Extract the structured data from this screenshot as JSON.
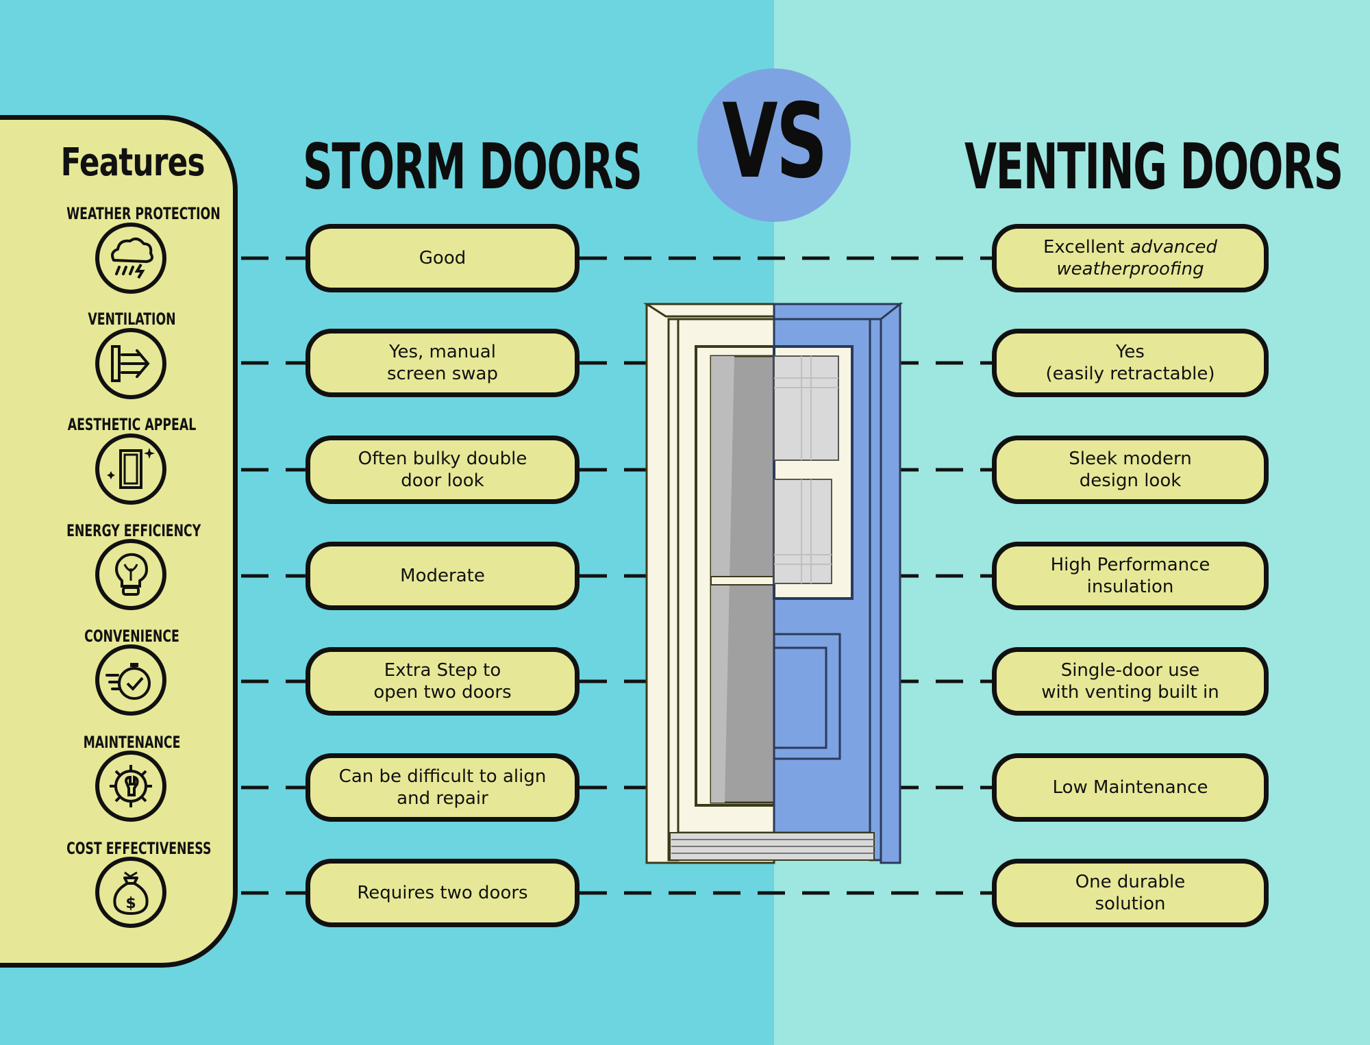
{
  "features": {
    "title": "Features",
    "items": [
      {
        "label": "WEATHER PROTECTION",
        "icon": "cloud-rain-icon"
      },
      {
        "label": "VENTILATION",
        "icon": "airflow-icon"
      },
      {
        "label": "AESTHETIC APPEAL",
        "icon": "door-sparkle-icon"
      },
      {
        "label": "ENERGY EFFICIENCY",
        "icon": "lightbulb-icon"
      },
      {
        "label": "CONVENIENCE",
        "icon": "stopwatch-check-icon"
      },
      {
        "label": "MAINTENANCE",
        "icon": "gear-wrench-icon"
      },
      {
        "label": "COST EFFECTIVENESS",
        "icon": "money-bag-icon"
      }
    ]
  },
  "storm": {
    "title": "STORM DOORS",
    "values": [
      "Good",
      "Yes, manual\nscreen swap",
      "Often bulky double\ndoor look",
      "Moderate",
      "Extra Step to\nopen two doors",
      "Can be difficult to align\nand repair",
      "Requires two doors"
    ]
  },
  "vs": "VS",
  "venting": {
    "title": "VENTING DOORS",
    "values_first": {
      "plain": "Excellent ",
      "italic": "advanced\nweatherproofing"
    },
    "values": [
      "Yes\n(easily retractable)",
      "Sleek modern\ndesign look",
      "High Performance\ninsulation",
      "Single-door use\nwith venting built in",
      "Low Maintenance",
      "One durable\nsolution"
    ]
  },
  "colors": {
    "bg_left": "#6dd5df",
    "bg_right": "#9ee6e0",
    "panel": "#e6e897",
    "vs_circle": "#7ea3e2",
    "door_blue": "#7ea3e2",
    "door_cream": "#f8f5e4"
  }
}
